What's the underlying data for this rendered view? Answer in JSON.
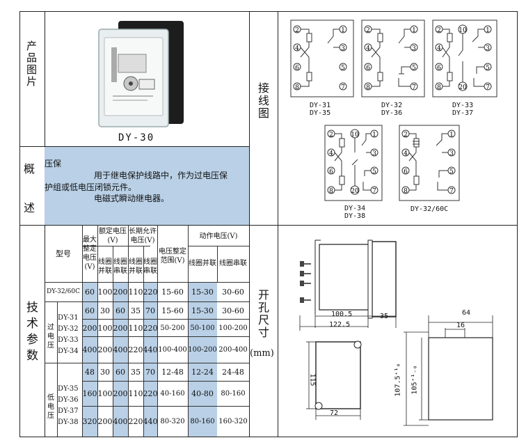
{
  "labels": {
    "product_image": "产品图片",
    "overview": "概述",
    "tech_params": "技术参数",
    "wiring": "接线图",
    "cutout_title": "开孔尺寸",
    "cutout_unit": "(mm)"
  },
  "product": {
    "model_caption": "DY-30"
  },
  "overview": {
    "frag1": "压保",
    "line1": "用于继电保护线路中，作为过电压保",
    "line2": "护组或低电压闭锁元件。",
    "line3": "电磁式瞬动继电器。"
  },
  "table": {
    "h_model": "型号",
    "h_max_voltage": "最大整定电压(V)",
    "h_rated": "额定电压(V)",
    "h_long": "长期允许电压(V)",
    "h_range": "电压整定范围(V)",
    "h_action": "动作电压(V)",
    "coil_parallel": "线圈并联",
    "coil_series": "线圈串联",
    "row_dy3260": [
      "DY-32/60C",
      "60",
      "100",
      "200",
      "110",
      "220",
      "15-60",
      "15-30",
      "30-60"
    ],
    "over_label": "过电压",
    "over_models": [
      "DY-31",
      "DY-32",
      "DY-33",
      "DY-34"
    ],
    "over_rows": [
      [
        "60",
        "30",
        "60",
        "35",
        "70",
        "15-60",
        "15-30",
        "30-60"
      ],
      [
        "200",
        "100",
        "200",
        "110",
        "220",
        "50-200",
        "50-100",
        "100-200"
      ],
      [
        "400",
        "200",
        "400",
        "220",
        "440",
        "100-400",
        "100-200",
        "200-400"
      ]
    ],
    "low_label": "低电压",
    "low_models": [
      "DY-35",
      "DY-36",
      "DY-37",
      "DY-38"
    ],
    "low_rows": [
      [
        "48",
        "30",
        "60",
        "35",
        "70",
        "12-48",
        "12-24",
        "24-48"
      ],
      [
        "160",
        "100",
        "200",
        "110",
        "220",
        "40-160",
        "40-80",
        "80-160"
      ],
      [
        "320",
        "200",
        "400",
        "220",
        "440",
        "80-320",
        "80-160",
        "160-320"
      ]
    ]
  },
  "wiring": {
    "d1": {
      "pins": [
        "2",
        "4",
        "6",
        "8",
        "1",
        "3",
        "5",
        "7"
      ],
      "caption": [
        "DY-31",
        "DY-35"
      ]
    },
    "d2": {
      "pins": [
        "2",
        "4",
        "6",
        "8",
        "1",
        "3",
        "5",
        "7"
      ],
      "caption": [
        "DY-32",
        "DY-36"
      ]
    },
    "d3": {
      "pins": [
        "2",
        "4",
        "6",
        "8",
        "10",
        "20",
        "1",
        "3",
        "5",
        "7"
      ],
      "caption": [
        "DY-33",
        "DY-37"
      ]
    },
    "d4": {
      "pins": [
        "2",
        "4",
        "6",
        "8",
        "10",
        "20",
        "1",
        "3",
        "5",
        "7"
      ],
      "caption": [
        "DY-34",
        "DY-38"
      ]
    },
    "d5": {
      "pins": [
        "2",
        "4",
        "6",
        "8",
        "1",
        "3",
        "5",
        "7"
      ],
      "caption": [
        "DY-32/60C"
      ]
    }
  },
  "dims": {
    "d_100_5": "100.5",
    "d_122_5": "122.5",
    "d_35": "35",
    "d_64": "64",
    "d_16": "16",
    "d_115": "115",
    "d_72": "72",
    "d_107_5": "107.5⁺¹₀",
    "d_105": "105⁺¹₋₀"
  }
}
